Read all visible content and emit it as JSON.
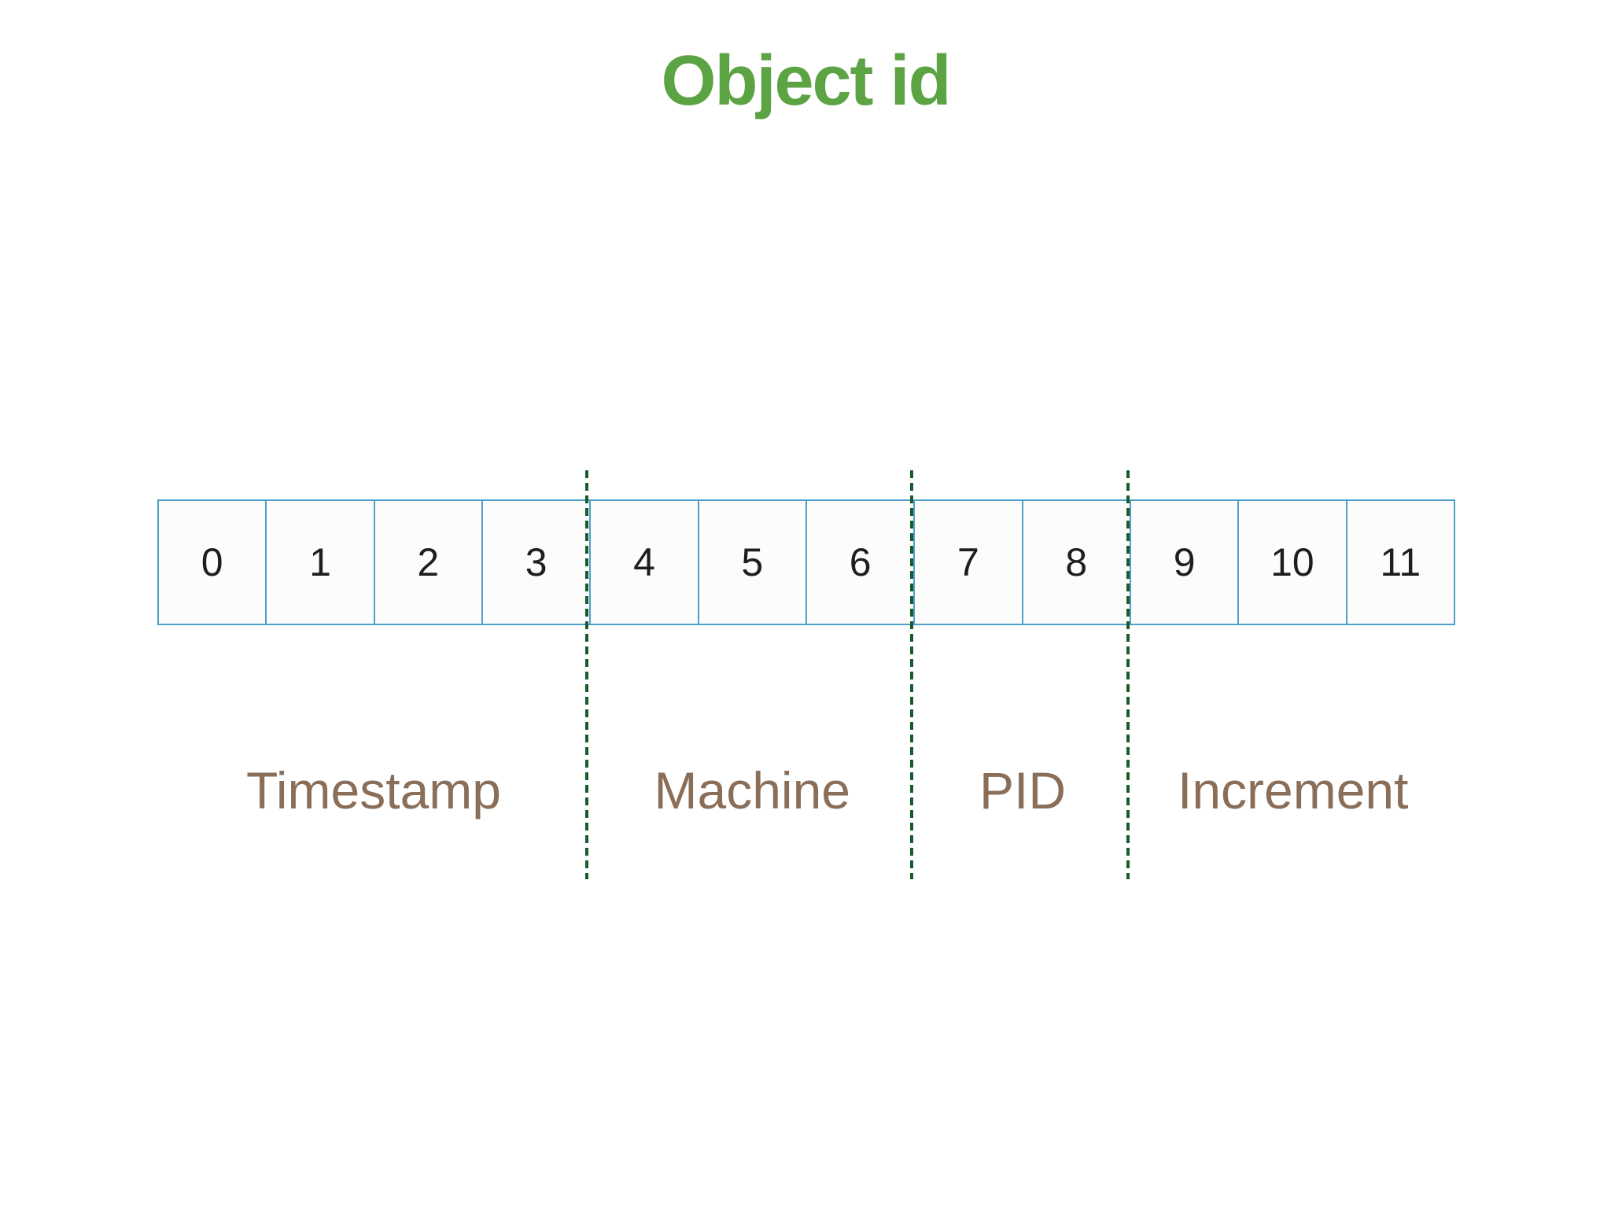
{
  "title": "Object id",
  "byte_row": {
    "cells": [
      "0",
      "1",
      "2",
      "3",
      "4",
      "5",
      "6",
      "7",
      "8",
      "9",
      "10",
      "11"
    ]
  },
  "sections": [
    {
      "label": "Timestamp"
    },
    {
      "label": "Machine"
    },
    {
      "label": "PID"
    },
    {
      "label": "Increment"
    }
  ],
  "colors": {
    "title_green": "#5ca344",
    "cell_border_blue": "#4f9fc8",
    "divider_dash_green": "#175c2b",
    "section_label_brown": "#8a6e58"
  }
}
